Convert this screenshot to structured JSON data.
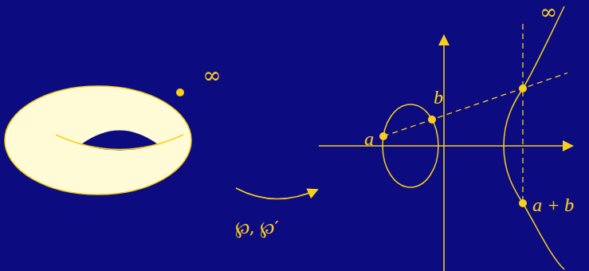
{
  "diagram": {
    "labels": [
      "∞",
      "℘, ℘′",
      "a",
      "b",
      "∞",
      "a + b"
    ]
  }
}
